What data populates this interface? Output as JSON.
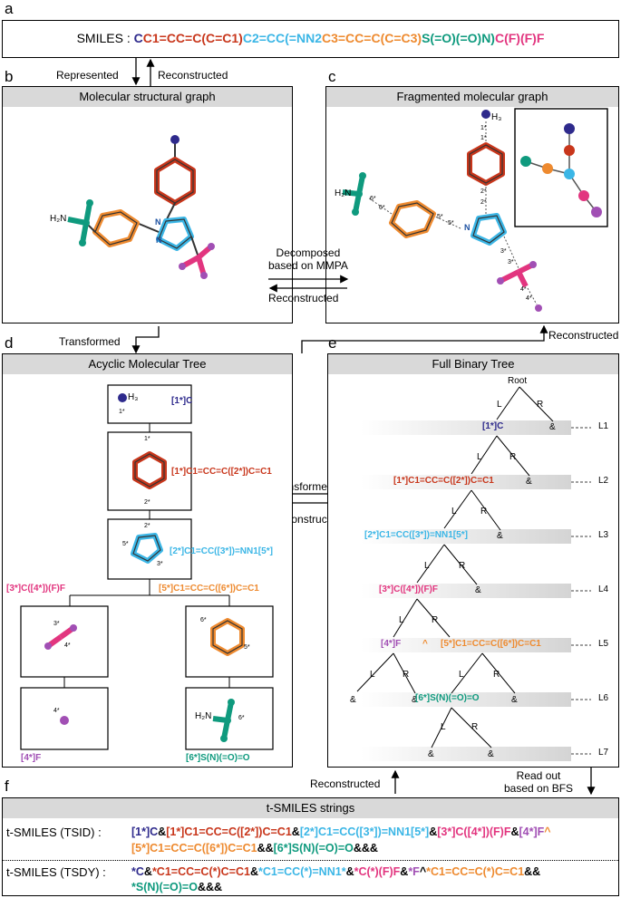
{
  "panels": {
    "a": "a",
    "b": "b",
    "c": "c",
    "d": "d",
    "e": "e",
    "f": "f"
  },
  "smiles": {
    "prefix": "SMILES :",
    "parts": [
      {
        "text": "C",
        "color": "#2e2a8c"
      },
      {
        "text": "C1=CC=C(C=C1)",
        "color": "#c8361b"
      },
      {
        "text": "C2=CC(=NN2",
        "color": "#3bb6e6"
      },
      {
        "text": "C3=CC=C(C=C3)",
        "color": "#ee8a2f"
      },
      {
        "text": "S(=O)(=O)N)",
        "color": "#0f9a7e"
      },
      {
        "text": "C(F)(F)F",
        "color": "#e2357f"
      }
    ]
  },
  "headers": {
    "b": "Molecular structural graph",
    "c": "Fragmented molecular graph",
    "d": "Acyclic Molecular Tree",
    "e": "Full Binary Tree",
    "f": "t-SMILES strings"
  },
  "arrows": {
    "represented": "Represented",
    "reconstructed_ab": "Reconstructed",
    "decomposed": "Decomposed\nbased on MMPA",
    "reconstructed_bc": "Reconstructed",
    "transformed_d": "Transformed",
    "reconstructed_ce": "Reconstructed",
    "transformed_de": "Transformed",
    "reconstructed_de": "Reconstructed",
    "reconstructed_f": "Reconstructed",
    "readout": "Read out\nbased on BFS"
  },
  "mol_b": {
    "h2n": "H₂N"
  },
  "mol_c": {
    "h3": "H₃",
    "h2n": "H₂N",
    "attach": [
      "1*",
      "1*",
      "2*",
      "2*",
      "5*",
      "5*",
      "6*",
      "6*",
      "3*",
      "3*",
      "4*",
      "4*"
    ]
  },
  "tree_d": {
    "n1": "[1*]C",
    "n2": "[1*]C1=CC=C([2*])C=C1",
    "n3": "[2*]C1=CC([3*])=NN1[5*]",
    "n4": "[3*]C([4*])(F)F",
    "n5": "[5*]C1=CC=C([6*])C=C1",
    "n6": "[4*]F",
    "n7": "[6*]S(N)(=O)=O",
    "h3": "H₃",
    "h2n": "H₂N",
    "attach": [
      "1*",
      "1*",
      "2*",
      "2*",
      "5*",
      "3*",
      "3*",
      "4*",
      "6*",
      "5*",
      "4*",
      "6*"
    ]
  },
  "tree_e": {
    "root": "Root",
    "L": "L",
    "R": "R",
    "amp": "&",
    "caret": "^",
    "levels": [
      "L1",
      "L2",
      "L3",
      "L4",
      "L5",
      "L6",
      "L7"
    ],
    "n1": "[1*]C",
    "n2": "[1*]C1=CC=C([2*])C=C1",
    "n3": "[2*]C1=CC([3*])=NN1[5*]",
    "n4": "[3*]C([4*])(F)F",
    "n5a": "[4*]F",
    "n5b": "[5*]C1=CC=C([6*])C=C1",
    "n6": "[6*]S(N)(=O)=O"
  },
  "tsmiles": {
    "tsid_label": "t-SMILES (TSID) :",
    "tsdy_label": "t-SMILES (TSDY) :",
    "tsid_line1": [
      {
        "text": "[1*]C",
        "color": "#2e2a8c"
      },
      {
        "text": "&",
        "color": "#000000"
      },
      {
        "text": "[1*]C1=CC=C([2*])C=C1",
        "color": "#c8361b"
      },
      {
        "text": "&",
        "color": "#000000"
      },
      {
        "text": "[2*]C1=CC([3*])=NN1[5*]",
        "color": "#3bb6e6"
      },
      {
        "text": "&",
        "color": "#000000"
      },
      {
        "text": "[3*]C([4*])(F)F",
        "color": "#e2357f"
      },
      {
        "text": "&",
        "color": "#000000"
      },
      {
        "text": "[4*]F",
        "color": "#a14fb4"
      },
      {
        "text": "^",
        "color": "#ee8a2f"
      }
    ],
    "tsid_line2": [
      {
        "text": "[5*]C1=CC=C([6*])C=C1",
        "color": "#ee8a2f"
      },
      {
        "text": "&&",
        "color": "#000000"
      },
      {
        "text": "[6*]S(N)(=O)=O",
        "color": "#0f9a7e"
      },
      {
        "text": "&&&",
        "color": "#000000"
      }
    ],
    "tsdy_line1": [
      {
        "text": "*C",
        "color": "#2e2a8c"
      },
      {
        "text": "&",
        "color": "#000000"
      },
      {
        "text": "*C1=CC=C(*)C=C1",
        "color": "#c8361b"
      },
      {
        "text": "&",
        "color": "#000000"
      },
      {
        "text": "*C1=CC(*)=NN1*",
        "color": "#3bb6e6"
      },
      {
        "text": "&",
        "color": "#000000"
      },
      {
        "text": "*C(*)(F)F",
        "color": "#e2357f"
      },
      {
        "text": "&",
        "color": "#000000"
      },
      {
        "text": "*F",
        "color": "#a14fb4"
      },
      {
        "text": "^",
        "color": "#000000"
      },
      {
        "text": "*C1=CC=C(*)C=C1",
        "color": "#ee8a2f"
      },
      {
        "text": "&&",
        "color": "#000000"
      }
    ],
    "tsdy_line2": [
      {
        "text": "*S(N)(=O)=O",
        "color": "#0f9a7e"
      },
      {
        "text": "&&&",
        "color": "#000000"
      }
    ]
  },
  "colors": {
    "navy": "#2e2a8c",
    "red": "#c8361b",
    "cyan": "#3bb6e6",
    "orange": "#ee8a2f",
    "teal": "#0f9a7e",
    "pink": "#e2357f",
    "purple": "#a14fb4"
  }
}
